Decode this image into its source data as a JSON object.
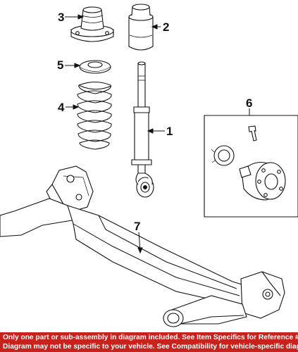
{
  "callouts": {
    "c1": "1",
    "c2": "2",
    "c3": "3",
    "c4": "4",
    "c5": "5",
    "c6": "6",
    "c7": "7"
  },
  "footer": {
    "line1": "Only one part or sub-assembly in diagram included. See Item Specifics for Reference #.",
    "line2": "Diagram may not be specific to your vehicle. See Compatibility for vehicle-specific diagrams."
  },
  "colors": {
    "footer_bg": "#c8221d",
    "footer_text": "#ffffff",
    "line": "#111111"
  }
}
